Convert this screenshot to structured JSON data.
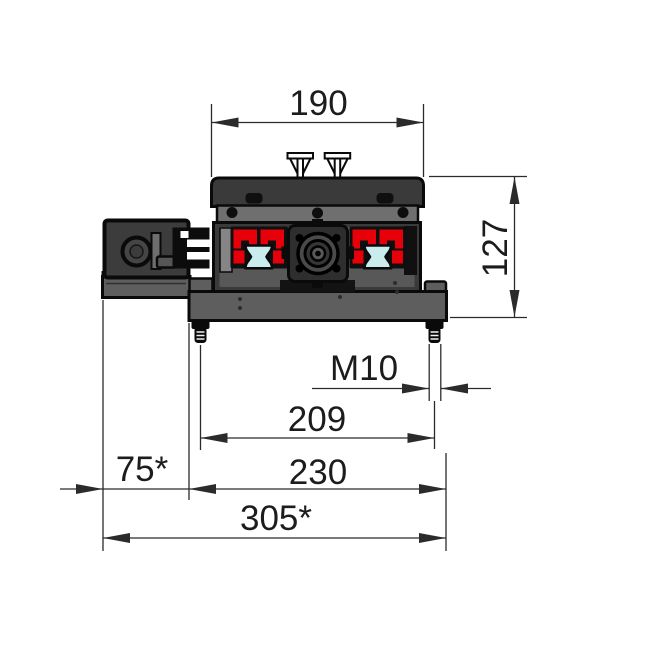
{
  "dimensions": {
    "carriage_width": {
      "label": "190"
    },
    "height": {
      "label": "127"
    },
    "thread": {
      "label": "M10"
    },
    "hole_spacing": {
      "label": "209"
    },
    "base_width": {
      "label": "230"
    },
    "side_offset": {
      "label": "75*"
    },
    "overall_width": {
      "label": "305*"
    }
  },
  "colors": {
    "accent_red": "#e7000a",
    "accent_cyan": "#c9eded",
    "line": "#2b2b2b"
  }
}
